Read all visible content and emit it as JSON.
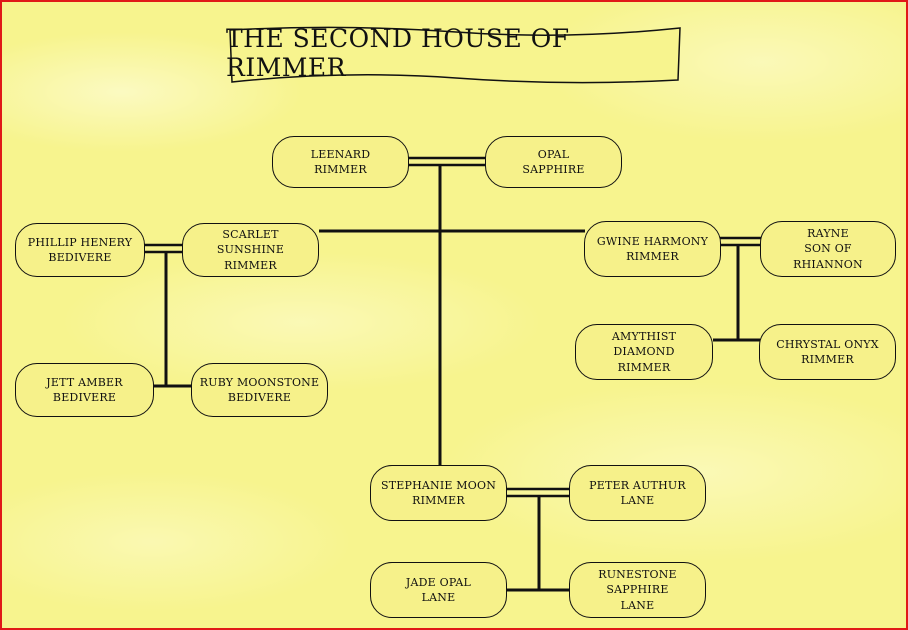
{
  "title": "THE SECOND HOUSE OF RIMMER",
  "colors": {
    "background": "#f7f48e",
    "box_fill": "#f6f18a",
    "line": "#111111",
    "frame": "#e01818"
  },
  "people": {
    "leenard": "LEENARD\nRIMMER",
    "opal": "OPAL\nSAPPHIRE",
    "phillip": "PHILLIP HENERY\nBEDIVERE",
    "scarlet": "SCARLET\nSUNSHINE\nRIMMER",
    "gwine": "GWINE HARMONY\nRIMMER",
    "rayne": "RAYNE\nSON OF\nRHIANNON",
    "jett": "JETT AMBER\nBEDIVERE",
    "ruby": "RUBY MOONSTONE\nBEDIVERE",
    "amythist": "AMYTHIST\nDIAMOND\nRIMMER",
    "chrystal": "CHRYSTAL ONYX\nRIMMER",
    "stephanie": "STEPHANIE MOON\nRIMMER",
    "peter": "PETER AUTHUR\nLANE",
    "jade": "JADE OPAL\nLANE",
    "runestone": "RUNESTONE\nSAPPHIRE\nLANE"
  }
}
